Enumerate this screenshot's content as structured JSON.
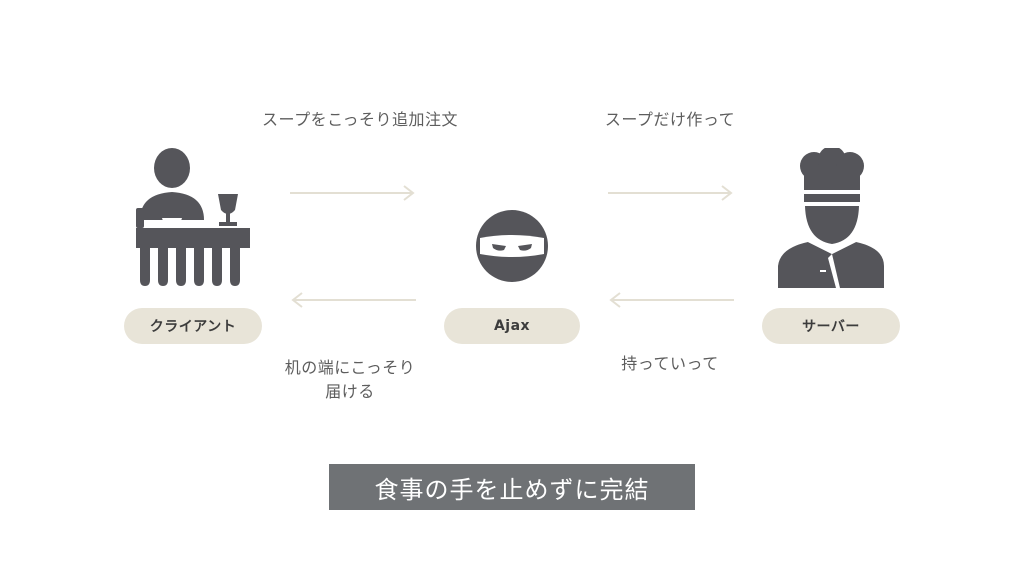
{
  "nodes": {
    "client": {
      "label": "クライアント",
      "icon": "diner-at-table-icon"
    },
    "ajax": {
      "label": "Ajax",
      "icon": "ninja-icon"
    },
    "server": {
      "label": "サーバー",
      "icon": "chef-icon"
    }
  },
  "captions": {
    "client_to_ajax": "スープをこっそり追加注文",
    "ajax_to_server": "スープだけ作って",
    "server_to_ajax": "持っていって",
    "ajax_to_client_line1": "机の端にこっそり",
    "ajax_to_client_line2": "届ける"
  },
  "banner": "食事の手を止めずに完結",
  "colors": {
    "icon": "#55555a",
    "pill": "#e8e4d8",
    "arrow": "#e3dfd3",
    "banner_bg": "#6f7275"
  }
}
